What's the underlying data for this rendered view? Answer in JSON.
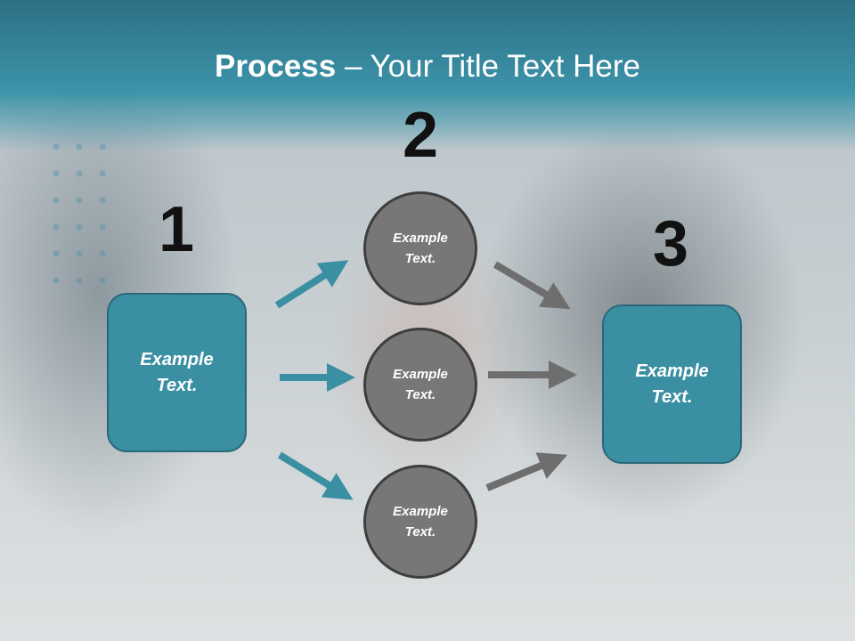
{
  "title": {
    "bold": "Process",
    "rest": " – Your Title Text Here"
  },
  "steps": {
    "one": {
      "number": "1",
      "text": "Example Text."
    },
    "two": {
      "number": "2",
      "items": [
        {
          "text": "Example Text."
        },
        {
          "text": "Example Text."
        },
        {
          "text": "Example Text."
        }
      ]
    },
    "three": {
      "number": "3",
      "text": "Example Text."
    }
  },
  "colors": {
    "teal": "#3b8fa3",
    "gray": "#777777",
    "gray_arrow": "#6e6e6e"
  }
}
